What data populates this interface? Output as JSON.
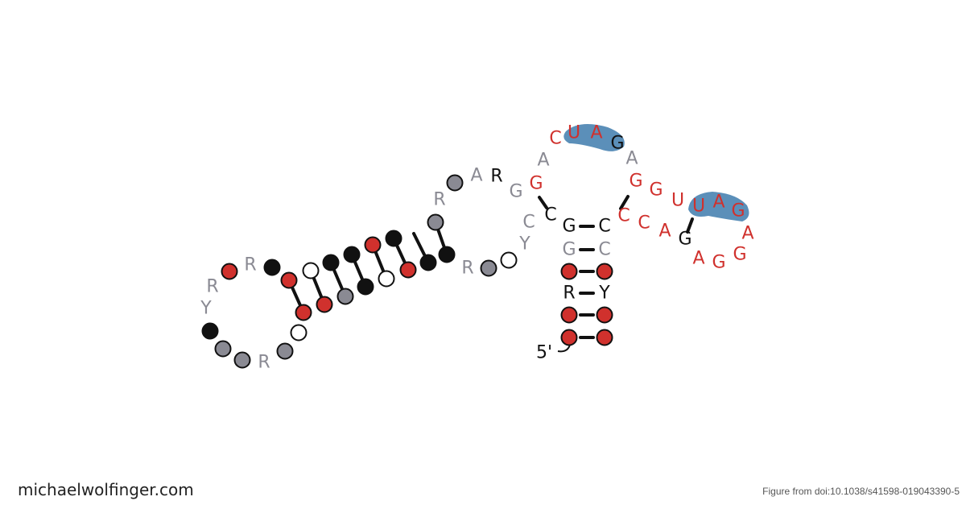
{
  "colors": {
    "red": "#d0312d",
    "black": "#111111",
    "gray": "#8a8a93",
    "grayLetter": "#8a8a93",
    "highlight": "#5b8fb9",
    "stroke": "#111111"
  },
  "footer": {
    "site": "michaelwolfinger.com",
    "credit": "Figure from doi:10.1038/s41598-019043390-5"
  },
  "diagram": {
    "five_prime": "5'",
    "nodes": [
      {
        "id": "c1",
        "c": "black"
      },
      {
        "id": "c2",
        "c": "red"
      },
      {
        "id": "c3",
        "c": "red"
      },
      {
        "id": "c4",
        "c": "white"
      },
      {
        "id": "c5",
        "c": "black"
      },
      {
        "id": "c6",
        "c": "red"
      },
      {
        "id": "c7",
        "c": "black"
      },
      {
        "id": "c8",
        "c": "black"
      },
      {
        "id": "c9",
        "c": "gray"
      },
      {
        "id": "c10",
        "c": "gray"
      },
      {
        "id": "c11",
        "c": "red"
      },
      {
        "id": "c12",
        "c": "gray"
      },
      {
        "id": "c13",
        "c": "black"
      },
      {
        "id": "c14",
        "c": "red"
      },
      {
        "id": "c15",
        "c": "black"
      },
      {
        "id": "c16",
        "c": "black"
      },
      {
        "id": "c17",
        "c": "gray"
      },
      {
        "id": "c18",
        "c": "white"
      },
      {
        "id": "c19",
        "c": "white"
      },
      {
        "id": "c20",
        "c": "gray"
      },
      {
        "id": "c21",
        "c": "gray"
      },
      {
        "id": "c22",
        "c": "black"
      },
      {
        "id": "c23",
        "c": "red"
      },
      {
        "id": "c24",
        "c": "gray"
      },
      {
        "id": "c25",
        "c": "white"
      },
      {
        "id": "c26",
        "c": "red"
      },
      {
        "id": "c27",
        "c": "red"
      },
      {
        "id": "c28",
        "c": "red"
      },
      {
        "id": "c29",
        "c": "red"
      },
      {
        "id": "c30",
        "c": "red"
      },
      {
        "id": "c31",
        "c": "red"
      }
    ],
    "letters": [
      {
        "t": "R",
        "c": "gray"
      },
      {
        "t": "R",
        "c": "gray"
      },
      {
        "t": "Y",
        "c": "gray"
      },
      {
        "t": "R",
        "c": "gray"
      },
      {
        "t": "R",
        "c": "gray"
      },
      {
        "t": "R",
        "c": "gray"
      },
      {
        "t": "A",
        "c": "gray"
      },
      {
        "t": "R",
        "c": "black"
      },
      {
        "t": "G",
        "c": "gray"
      },
      {
        "t": "G",
        "c": "red"
      },
      {
        "t": "A",
        "c": "gray"
      },
      {
        "t": "C",
        "c": "red"
      },
      {
        "t": "U",
        "c": "red"
      },
      {
        "t": "A",
        "c": "red"
      },
      {
        "t": "G",
        "c": "black"
      },
      {
        "t": "A",
        "c": "gray"
      },
      {
        "t": "G",
        "c": "red"
      },
      {
        "t": "G",
        "c": "red"
      },
      {
        "t": "U",
        "c": "red"
      },
      {
        "t": "U",
        "c": "red"
      },
      {
        "t": "A",
        "c": "red"
      },
      {
        "t": "G",
        "c": "red"
      },
      {
        "t": "C",
        "c": "gray"
      },
      {
        "t": "Y",
        "c": "gray"
      },
      {
        "t": "C",
        "c": "black"
      },
      {
        "t": "G",
        "c": "black"
      },
      {
        "t": "C",
        "c": "black"
      },
      {
        "t": "C",
        "c": "red"
      },
      {
        "t": "C",
        "c": "red"
      },
      {
        "t": "A",
        "c": "red"
      },
      {
        "t": "G",
        "c": "black"
      },
      {
        "t": "A",
        "c": "red"
      },
      {
        "t": "G",
        "c": "red"
      },
      {
        "t": "G",
        "c": "red"
      },
      {
        "t": "A",
        "c": "red"
      },
      {
        "t": "G",
        "c": "gray"
      },
      {
        "t": "C",
        "c": "gray"
      },
      {
        "t": "R",
        "c": "black"
      },
      {
        "t": "Y",
        "c": "black"
      }
    ]
  }
}
